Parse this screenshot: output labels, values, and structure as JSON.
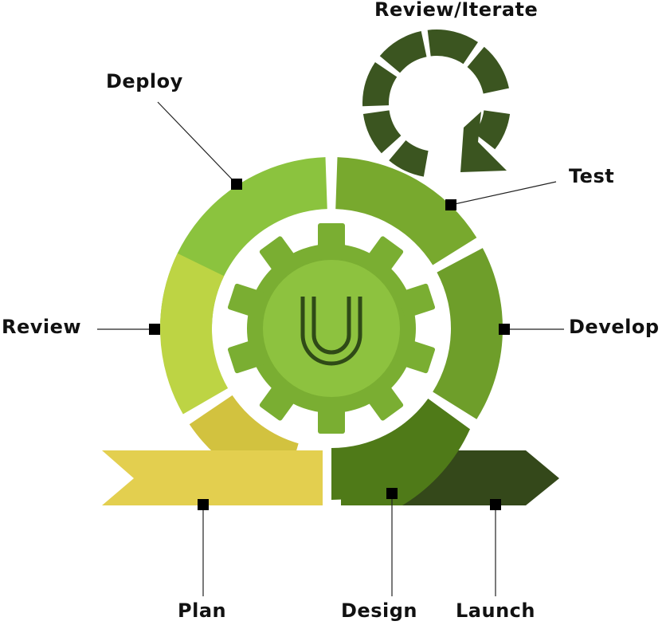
{
  "labels": {
    "review_iterate": "Review/Iterate",
    "deploy": "Deploy",
    "test": "Test",
    "review": "Review",
    "develop": "Develop",
    "plan": "Plan",
    "design": "Design",
    "launch": "Launch"
  },
  "center_logo_letter": "U",
  "colors": {
    "plan": "#e3cf4f",
    "plan_shadow": "#d2c23f",
    "review": "#bdd444",
    "deploy": "#8bc33e",
    "test": "#78a92e",
    "develop": "#6e9e2a",
    "design": "#4f7a18",
    "launch": "#34481a",
    "gear": "#7aae32",
    "gear_inner": "#8dc23f",
    "logo": "#2f4a17",
    "cycle_arrow": "#3b5520",
    "marker": "#000000"
  },
  "icons": {
    "cycle": "circular-refresh-arrow-icon",
    "gear": "gear-icon",
    "logo": "u-logo-icon"
  }
}
